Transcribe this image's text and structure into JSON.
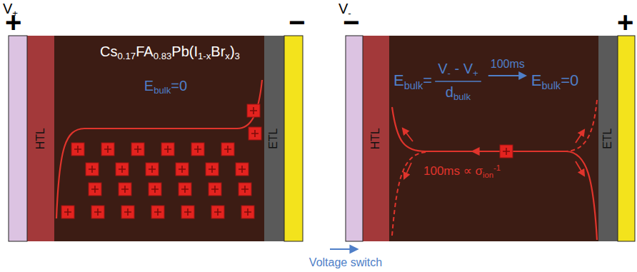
{
  "diagram": {
    "nodes": [
      {
        "text": [
          "HTL"
        ]
      },
      {
        "text": [
          "Cs0.17FA0.83Pb(I1-xBrx)3",
          "Ebulk=0"
        ]
      },
      {
        "text": [
          "ETL"
        ]
      },
      {
        "text": [
          "HTL"
        ]
      },
      {
        "text": [
          "Ebulk=",
          "V- - V+",
          "dbulk",
          "100ms",
          "Ebulk=0",
          "100ms ∝ σion-1"
        ]
      },
      {
        "text": [
          "ETL"
        ]
      }
    ],
    "labels": [
      "V+",
      "+",
      "−",
      "V-",
      "−",
      "+",
      "Voltage switch"
    ]
  }
}
